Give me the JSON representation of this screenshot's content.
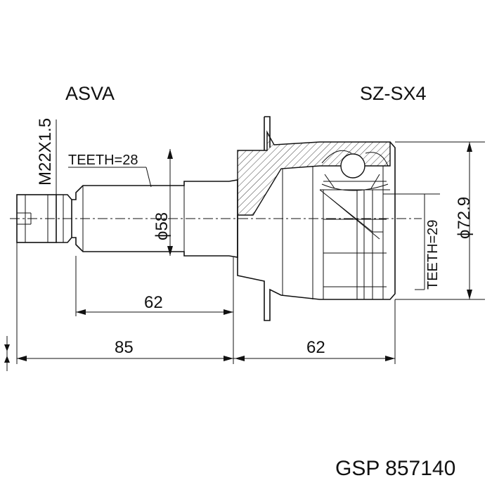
{
  "labels": {
    "brand": "ASVA",
    "model": "SZ-SX4",
    "thread": "M22X1.5",
    "teeth_outer": "TEETH=28",
    "diameter_shaft": "ϕ58",
    "teeth_inner": "TEETH=29",
    "diameter_outer": "ϕ72.9",
    "dim_62_top": "62",
    "dim_85": "85",
    "dim_62_bottom": "62",
    "part_number": "GSP 857140"
  }
}
